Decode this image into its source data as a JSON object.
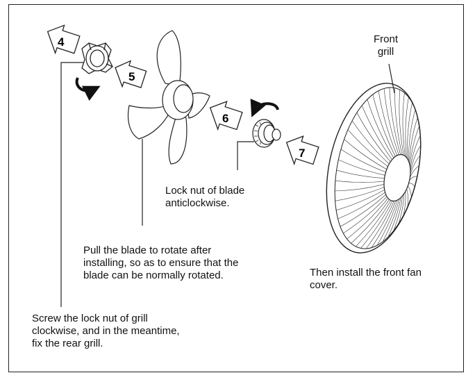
{
  "labels": {
    "front_grill": "Front\ngrill",
    "lock_nut_blade": "Lock nut of blade\nanticlockwise.",
    "pull_blade": "Pull the blade to rotate after\ninstalling, so as to ensure that the\nblade can be normally rotated.",
    "install_front": "Then install the front fan\ncover.",
    "screw_lock_nut": "Screw the lock nut of grill\nclockwise, and in the meantime,\nfix the rear grill."
  },
  "steps": [
    "4",
    "5",
    "6",
    "7"
  ]
}
